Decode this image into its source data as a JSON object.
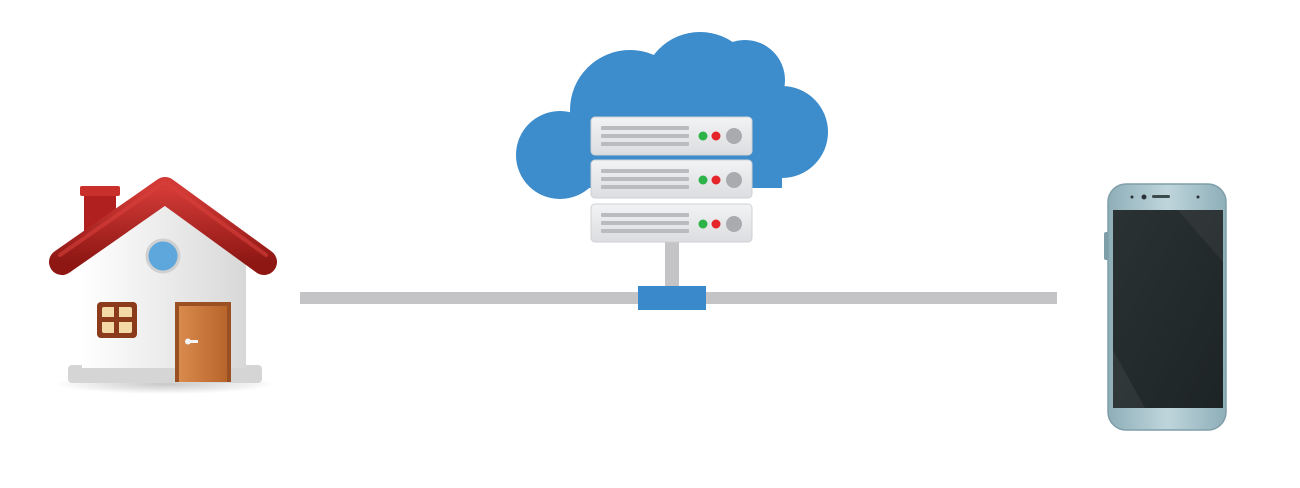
{
  "diagram": {
    "nodes": [
      {
        "id": "home",
        "icon": "house-icon"
      },
      {
        "id": "cloud-server",
        "icon": "cloud-server-icon"
      },
      {
        "id": "mobile",
        "icon": "smartphone-icon"
      }
    ],
    "edges": [
      {
        "from": "home",
        "to": "cloud-server"
      },
      {
        "from": "cloud-server",
        "to": "mobile"
      }
    ]
  },
  "colors": {
    "cloud": "#3d8ccb",
    "connector": "#c4c4c6",
    "hub": "#3a8acb",
    "server_unit": "#e9eaec",
    "led_green": "#2cb34a",
    "led_red": "#e4262b",
    "roof": "#b0201f",
    "wall": "#f1f1f1",
    "door": "#c9743a",
    "window_frame": "#8b3a1c",
    "round_window": "#5ea7dc",
    "phone_body": "#a9c3cc",
    "phone_screen": "#232a2c"
  }
}
